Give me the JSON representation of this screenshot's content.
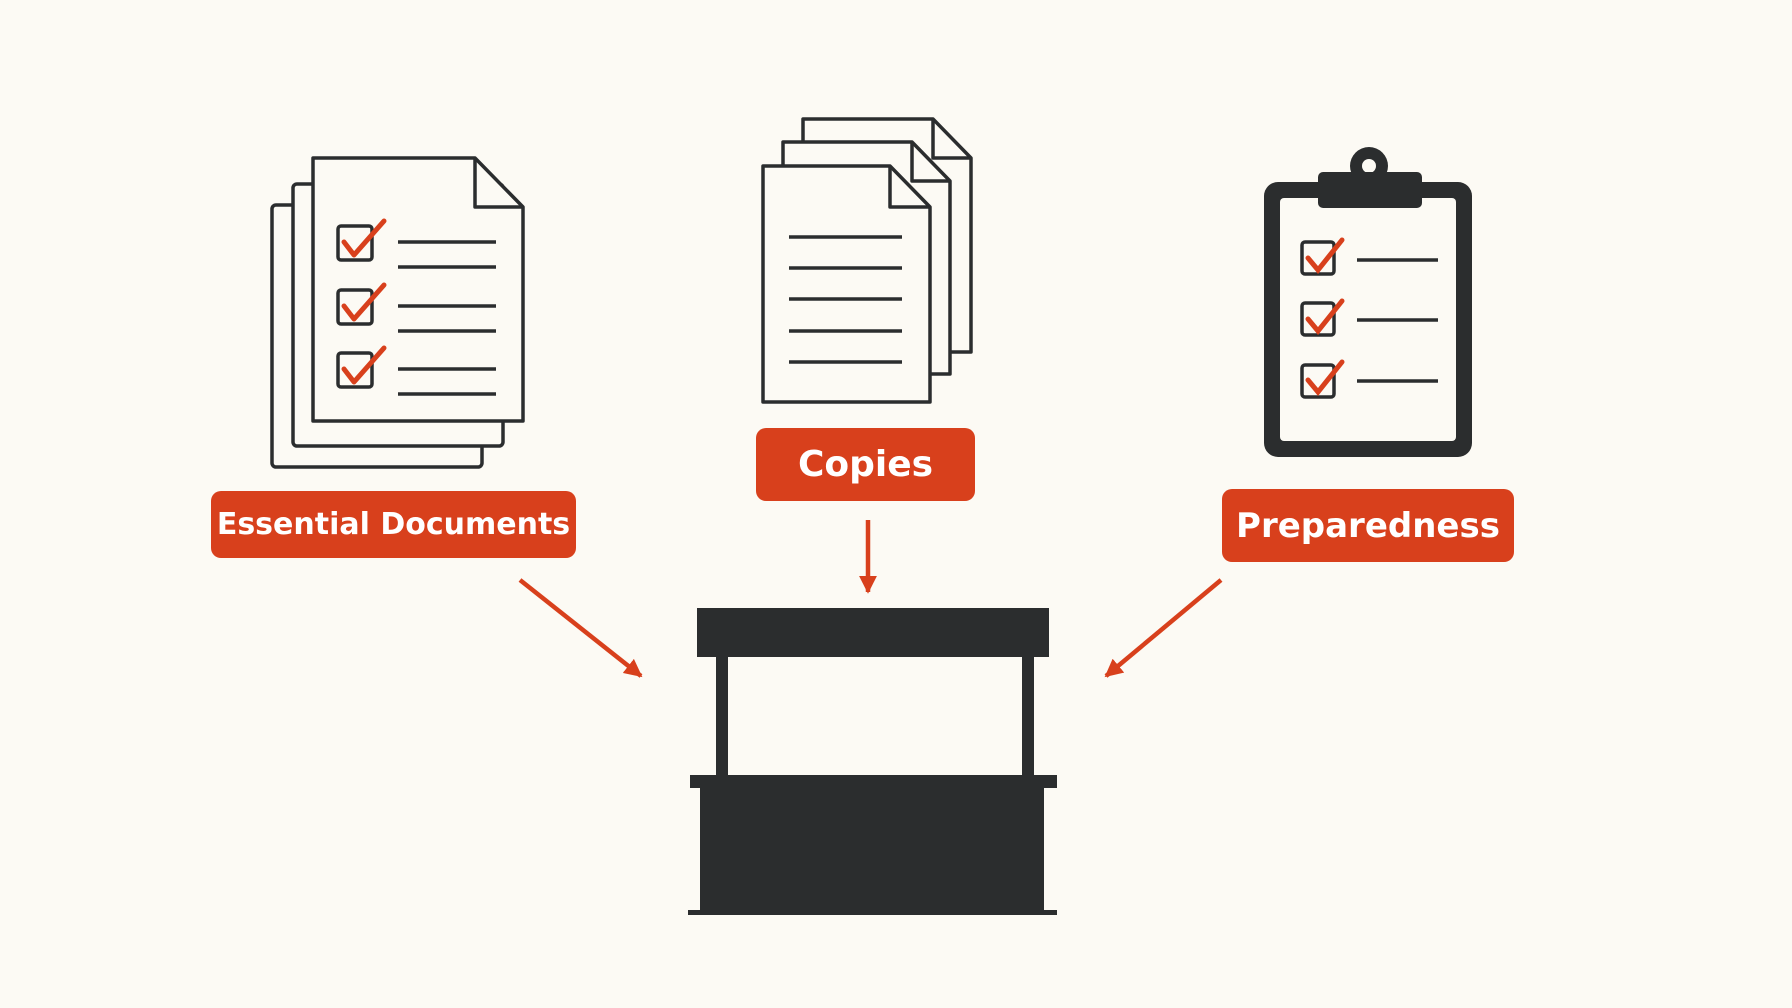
{
  "labels": {
    "essential": "Essential Documents",
    "copies": "Copies",
    "preparedness": "Preparedness"
  },
  "icons": {
    "left": "stacked-checklist-documents-icon",
    "center": "stacked-copies-icon",
    "right": "clipboard-checklist-icon",
    "bottom": "counter-desk-icon"
  },
  "colors": {
    "background": "#fcfaf4",
    "accent": "#d8401c",
    "ink": "#2b2d2e"
  }
}
